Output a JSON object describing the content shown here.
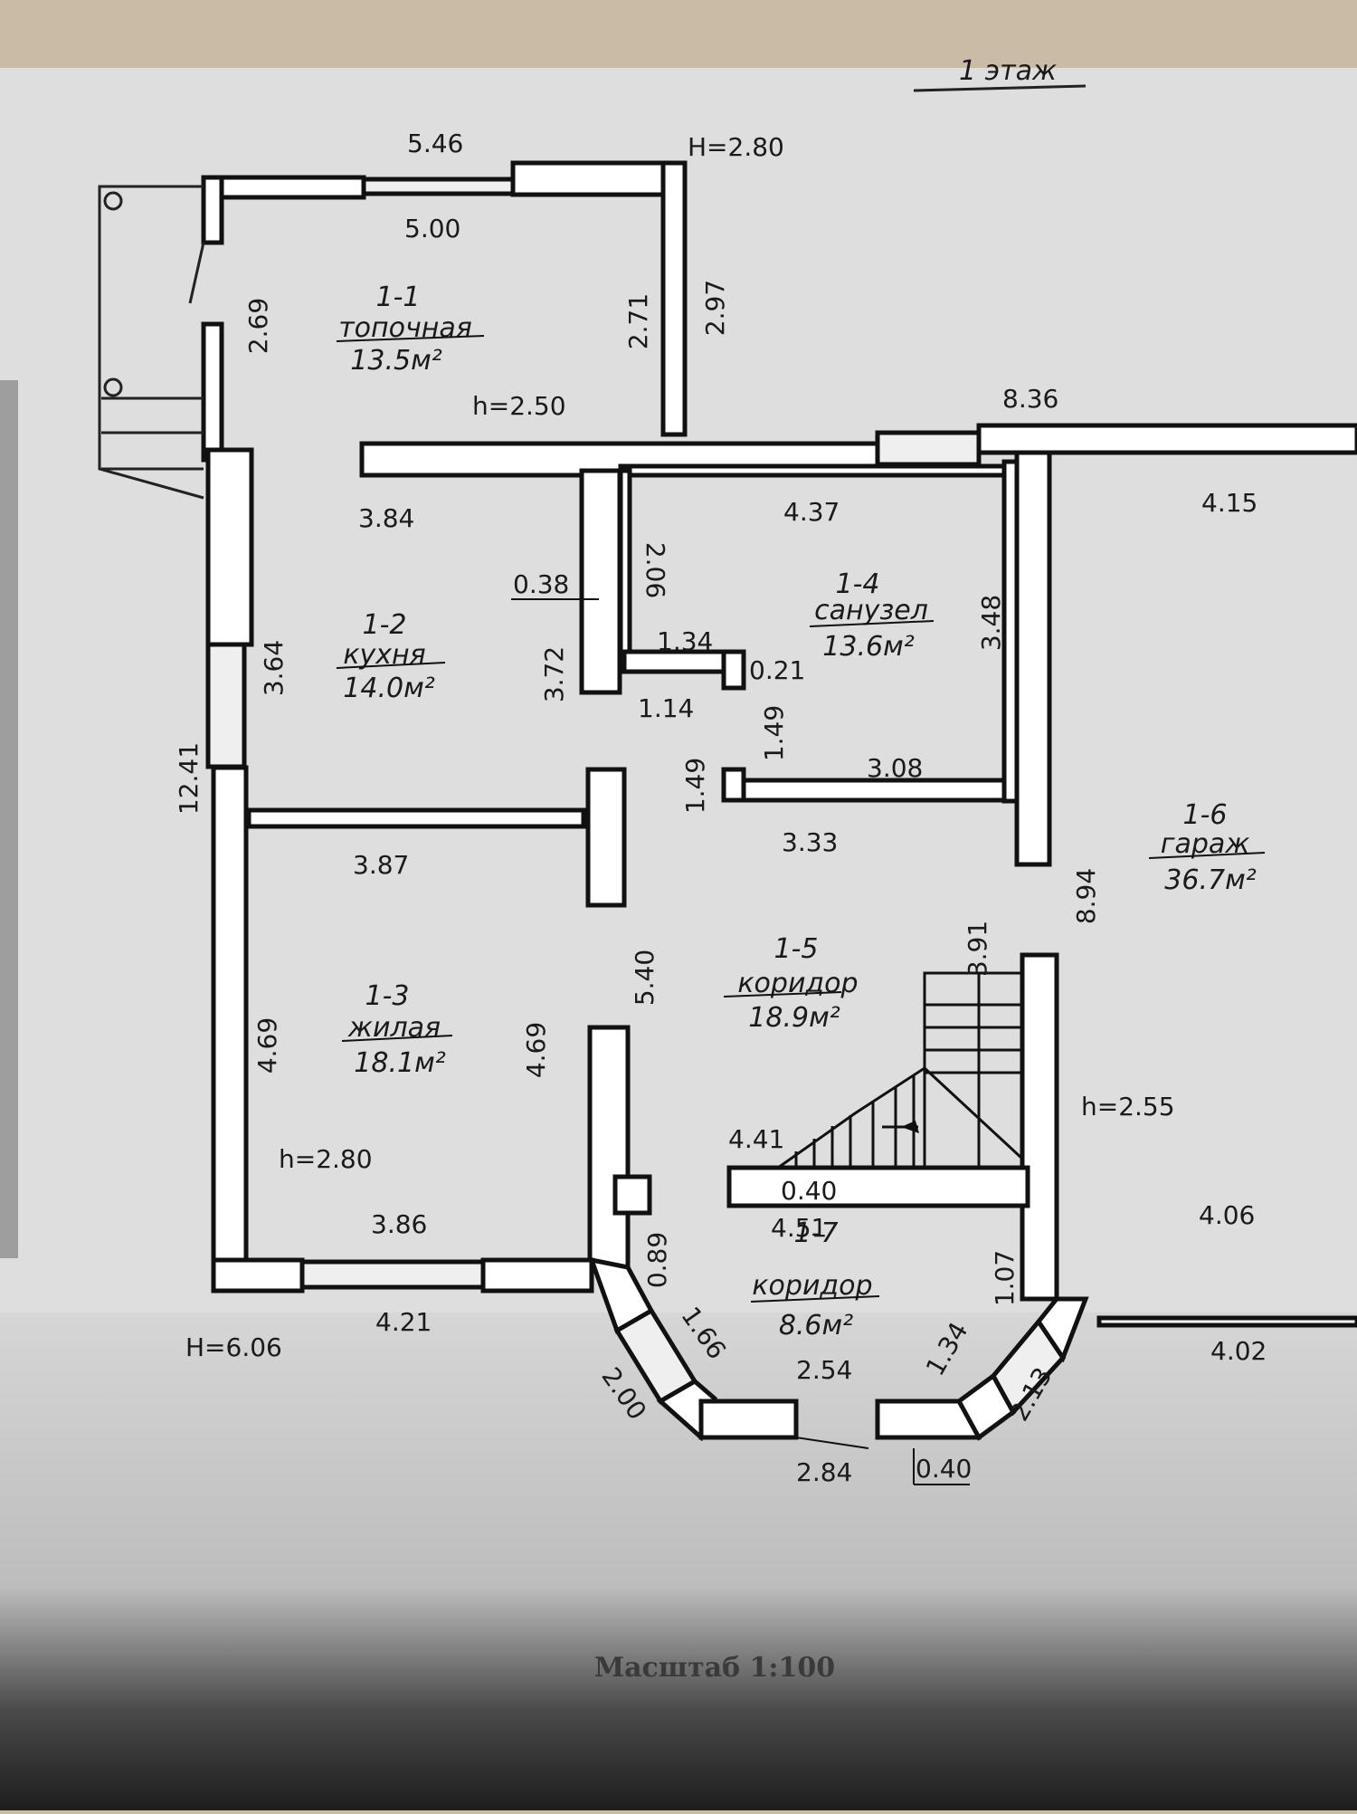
{
  "sheet": {
    "header_fragment": "1 этаж",
    "scale": "Масштаб 1:100"
  },
  "rooms": [
    {
      "id": "room-1-1",
      "number": "1-1",
      "name": "топочная",
      "area": "13.5м²"
    },
    {
      "id": "room-1-2",
      "number": "1-2",
      "name": "кухня",
      "area": "14.0м²"
    },
    {
      "id": "room-1-3",
      "number": "1-3",
      "name": "жилая",
      "area": "18.1м²"
    },
    {
      "id": "room-1-4",
      "number": "1-4",
      "name": "санузел",
      "area": "13.6м²"
    },
    {
      "id": "room-1-5",
      "number": "1-5",
      "name": "коридор",
      "area": "18.9м²"
    },
    {
      "id": "room-1-6",
      "number": "1-6",
      "name": "гараж",
      "area": "36.7м²"
    },
    {
      "id": "room-1-7",
      "number": "1-7",
      "name": "коридор",
      "area": "8.6м²"
    }
  ],
  "heights": [
    "H=2.80",
    "h=2.50",
    "h=2.80",
    "H=6.06",
    "h=2.55"
  ],
  "dimensions": [
    "5.46",
    "5.00",
    "2.69",
    "2.71",
    "2.97",
    "8.36",
    "3.84",
    "0.38",
    "2.06",
    "4.37",
    "4.15",
    "3.64",
    "3.72",
    "1.34",
    "0.21",
    "1.14",
    "3.48",
    "1.49",
    "1.49",
    "3.08",
    "12.41",
    "3.87",
    "3.33",
    "8.94",
    "3.91",
    "5.40",
    "4.69",
    "4.69",
    "4.41",
    "0.40",
    "4.51",
    "3.86",
    "0.89",
    "1.07",
    "4.06",
    "4.21",
    "1.66",
    "1.34",
    "2.54",
    "4.02",
    "2.00",
    "2.13",
    "2.84",
    "0.40"
  ]
}
